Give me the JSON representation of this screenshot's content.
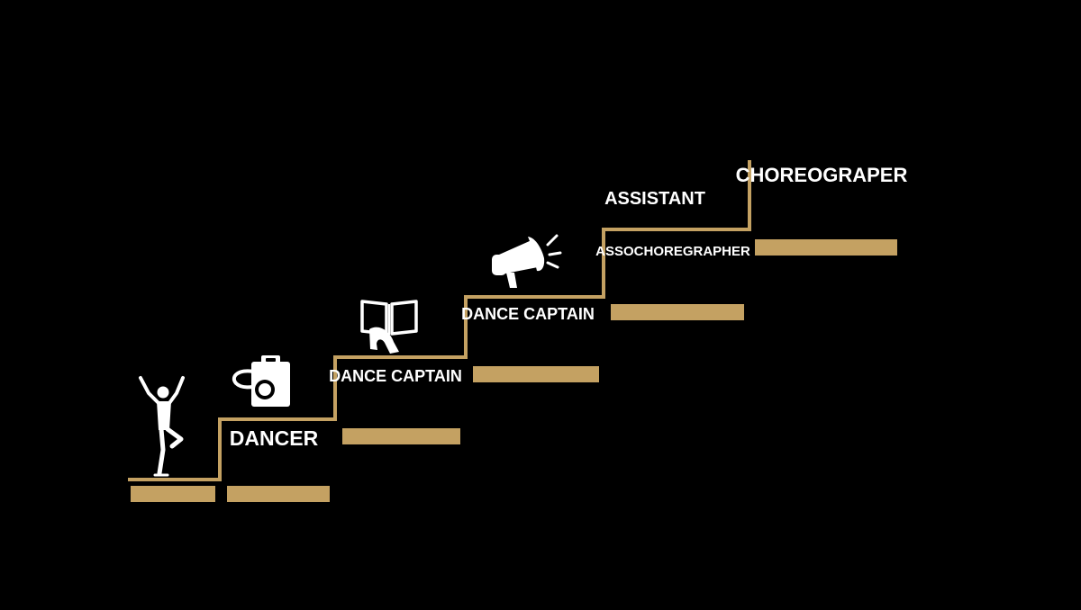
{
  "colors": {
    "background": "#000000",
    "gold": "#c4a162",
    "white": "#ffffff"
  },
  "labels": {
    "dancer": "DANCER",
    "dance_captain_1": "DANCE CAPTAIN",
    "dance_captain_2": "DANCE CAPTAIN",
    "assistant_line1": "ASSISTANT",
    "assistant_line2": "ASSOCHOREGRAPHER",
    "choreographer": "CHOREOGRAPER"
  },
  "icons": [
    "dancer-figure-icon",
    "clipboard-icon",
    "open-book-icon",
    "megaphone-icon"
  ]
}
